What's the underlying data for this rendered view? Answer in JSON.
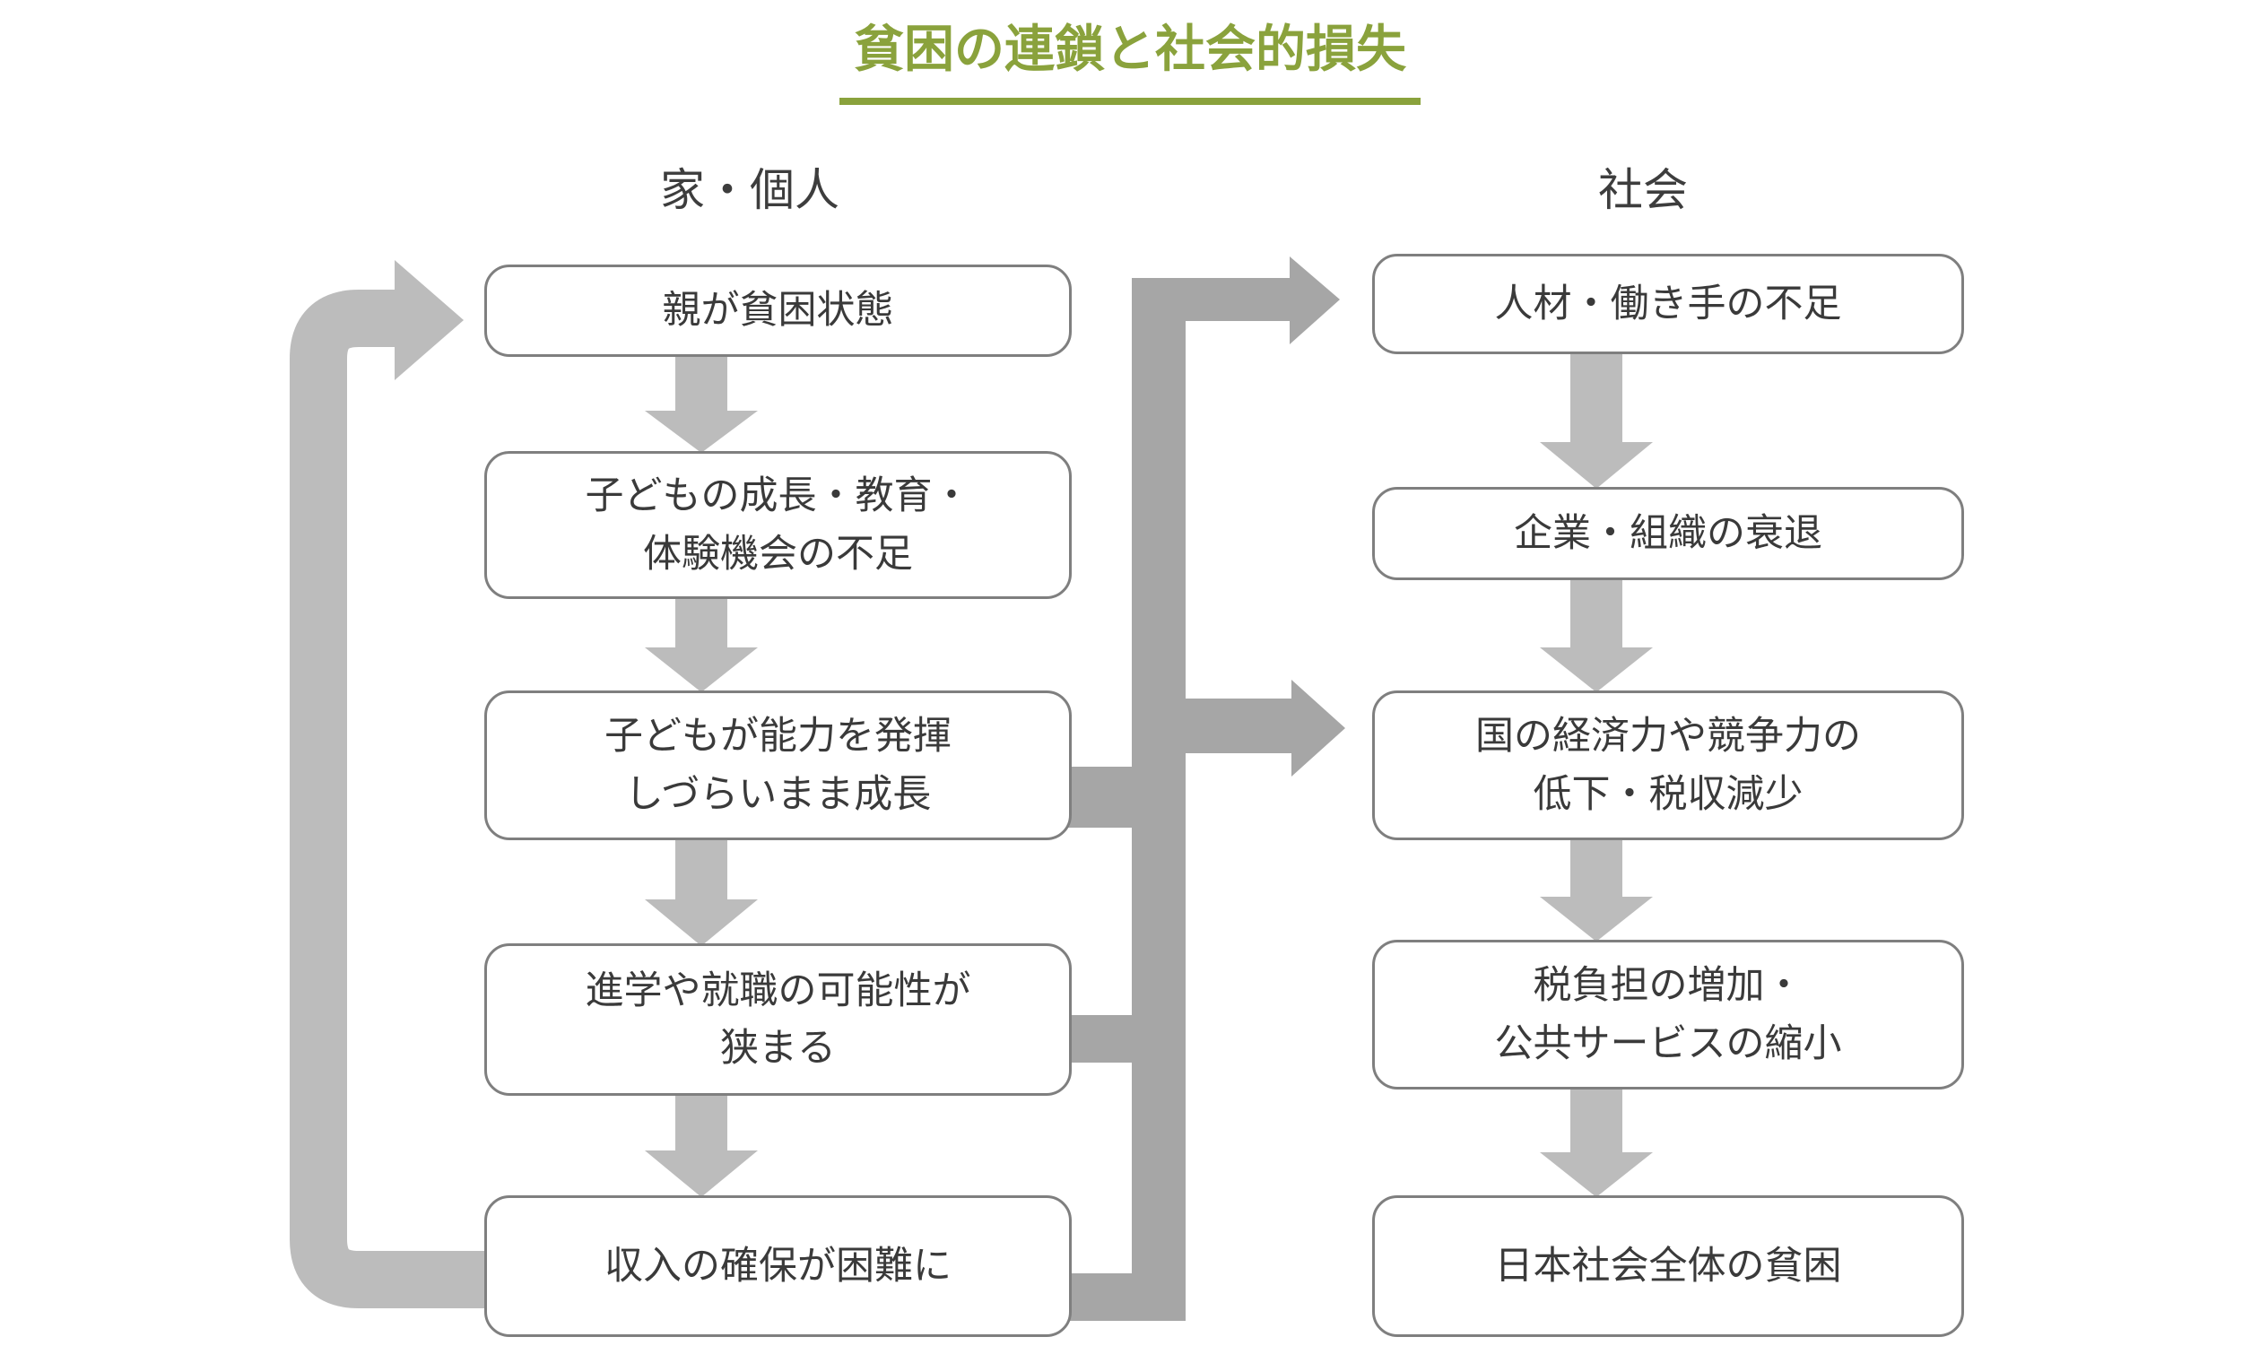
{
  "title": "貧困の連鎖と社会的損失",
  "columns": {
    "left": {
      "header": "家・個人",
      "boxes": [
        {
          "text": "親が貧困状態"
        },
        {
          "text": "子どもの成長・教育・\n体験機会の不足"
        },
        {
          "text": "子どもが能力を発揮\nしづらいまま成長"
        },
        {
          "text": "進学や就職の可能性が\n狭まる"
        },
        {
          "text": "収入の確保が困難に"
        }
      ]
    },
    "right": {
      "header": "社会",
      "boxes": [
        {
          "text": "人材・働き手の不足"
        },
        {
          "text": "企業・組織の衰退"
        },
        {
          "text": "国の経済力や競争力の\n低下・税収減少"
        },
        {
          "text": "税負担の増加・\n公共サービスの縮小"
        },
        {
          "text": "日本社会全体の貧困"
        }
      ]
    }
  },
  "colors": {
    "title_green": "#8aa23c",
    "box_border_gray": "#7f7f7f",
    "text_gray": "#3a3a3a",
    "arrow_light_gray": "#bcbcbc",
    "arrow_dark_gray": "#a6a6a6"
  }
}
